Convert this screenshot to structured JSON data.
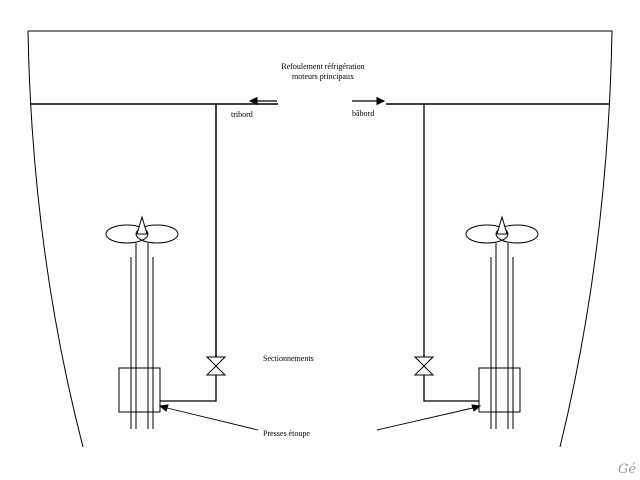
{
  "title_line1": "Refoulement réfrigération",
  "title_line2": "moteurs principaux",
  "port_label": "tribord",
  "starboard_label": "bâbord",
  "valves_label": "Sectionnements",
  "glands_label": "Presses étoupe",
  "signature": "Gé",
  "colors": {
    "line": "#000000",
    "background": "#ffffff",
    "signature": "#9a9a9a"
  }
}
